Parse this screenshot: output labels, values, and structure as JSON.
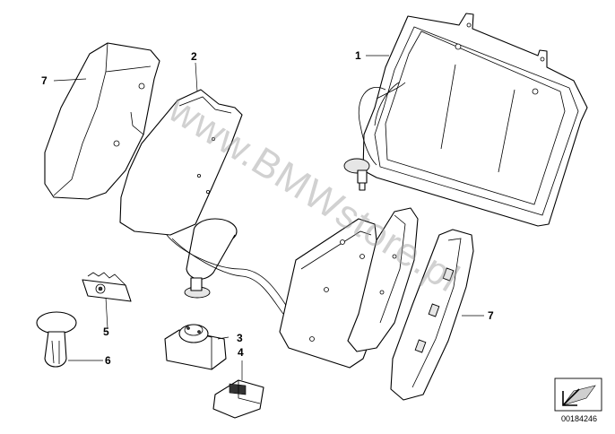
{
  "callouts": {
    "c1": "1",
    "c2": "2",
    "c3": "3",
    "c4": "4",
    "c5": "5",
    "c6": "6",
    "c7a": "7",
    "c7b": "7"
  },
  "watermark": "www.BMWstore.pl",
  "part_number": "00184246",
  "icon": "arrow-plate-icon"
}
